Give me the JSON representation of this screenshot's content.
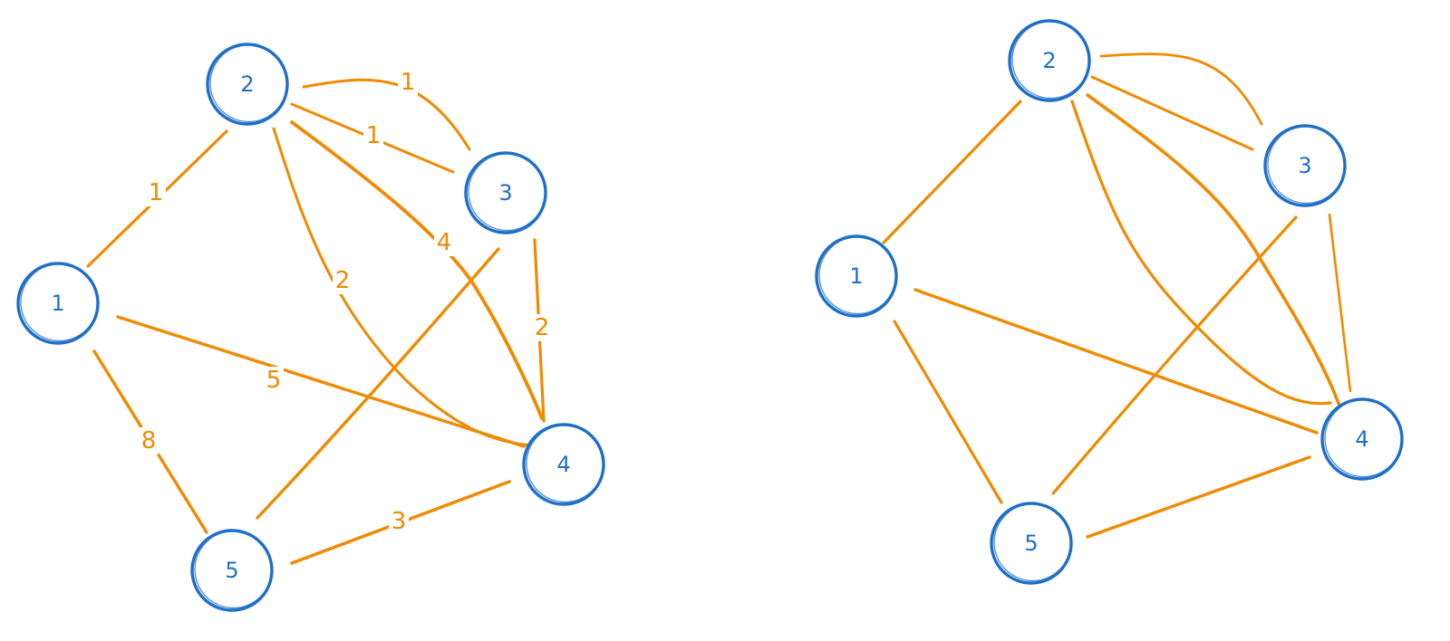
{
  "colors": {
    "node": "#1f6fc8",
    "edge": "#f08a00",
    "background": "#ffffff"
  },
  "graphs": [
    {
      "id": "weighted",
      "nodes": [
        "1",
        "2",
        "3",
        "4",
        "5"
      ],
      "edges": [
        {
          "from": "1",
          "to": "2",
          "weight": "1"
        },
        {
          "from": "2",
          "to": "3",
          "weight": "1",
          "curved": true
        },
        {
          "from": "2",
          "to": "3",
          "weight": "1"
        },
        {
          "from": "2",
          "to": "4",
          "weight": "2"
        },
        {
          "from": "2",
          "to": "4",
          "weight": "4"
        },
        {
          "from": "3",
          "to": "4",
          "weight": "2"
        },
        {
          "from": "3",
          "to": "5",
          "weight": ""
        },
        {
          "from": "1",
          "to": "4",
          "weight": "5"
        },
        {
          "from": "1",
          "to": "5",
          "weight": "8"
        },
        {
          "from": "5",
          "to": "4",
          "weight": "3"
        }
      ]
    },
    {
      "id": "unweighted",
      "nodes": [
        "1",
        "2",
        "3",
        "4",
        "5"
      ],
      "edges": [
        {
          "from": "1",
          "to": "2"
        },
        {
          "from": "2",
          "to": "3",
          "curved": true
        },
        {
          "from": "2",
          "to": "3"
        },
        {
          "from": "2",
          "to": "4"
        },
        {
          "from": "2",
          "to": "4"
        },
        {
          "from": "3",
          "to": "4"
        },
        {
          "from": "3",
          "to": "5"
        },
        {
          "from": "1",
          "to": "4"
        },
        {
          "from": "1",
          "to": "5"
        },
        {
          "from": "5",
          "to": "4"
        }
      ]
    }
  ]
}
